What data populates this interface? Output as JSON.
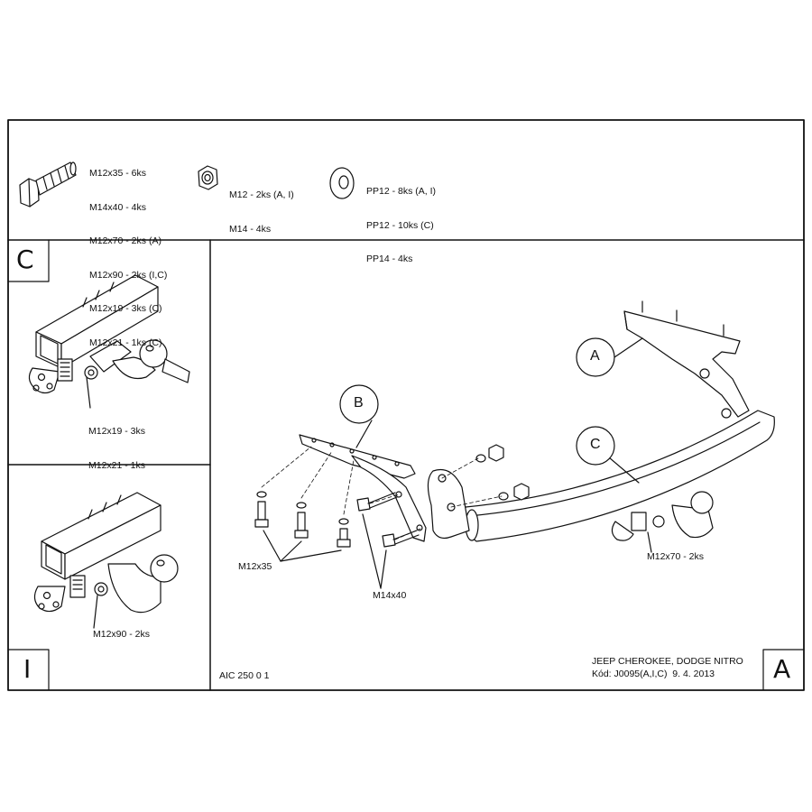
{
  "hardware": {
    "bolts": [
      "M12x35 - 6ks",
      "M14x40 - 4ks",
      "M12x70 - 2ks (A)",
      "M12x90 - 2ks (I,C)",
      "M12x19 - 3ks (C)",
      "M12x21 - 1ks (C)"
    ],
    "nuts": [
      "M12 - 2ks (A, I)",
      "M14 - 4ks"
    ],
    "washers": [
      "PP12 - 8ks (A, I)",
      "PP12 - 10ks (C)",
      "PP14 - 4ks"
    ]
  },
  "variant_c": {
    "letter": "C",
    "labels": [
      "M12x19 - 3ks",
      "M12x21 - 1ks"
    ]
  },
  "variant_i": {
    "letter": "I",
    "label": "M12x90 - 2ks"
  },
  "main": {
    "letter": "A",
    "callouts": {
      "a": "A",
      "b": "B",
      "c": "C"
    },
    "label_m12x35": "M12x35",
    "label_m14x40": "M14x40",
    "label_m12x70": "M12x70 - 2ks"
  },
  "footer": {
    "code": "AIC 250 0 1",
    "vehicle": "JEEP CHEROKEE, DODGE NITRO",
    "kod": "Kód: J0095(A,I,C)  9. 4. 2013"
  }
}
